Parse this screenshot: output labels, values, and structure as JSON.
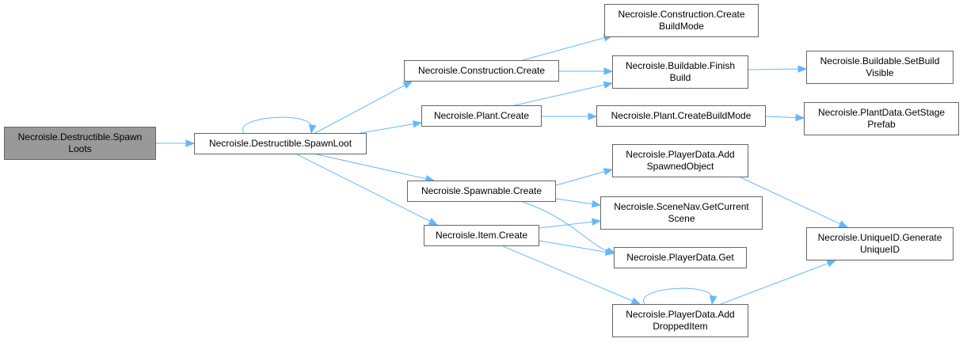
{
  "diagram": {
    "type": "call-graph",
    "edge_color": "#63b8ff",
    "node_border_color": "#666666",
    "root_fill_color": "#999999",
    "nodes": {
      "spawn_loots": "Necroisle.Destructible.Spawn\nLoots",
      "spawn_loot": "Necroisle.Destructible.SpawnLoot",
      "construction_create": "Necroisle.Construction.Create",
      "plant_create": "Necroisle.Plant.Create",
      "spawnable_create": "Necroisle.Spawnable.Create",
      "item_create": "Necroisle.Item.Create",
      "construction_create_buildmode": "Necroisle.Construction.Create\nBuildMode",
      "buildable_finish_build": "Necroisle.Buildable.Finish\nBuild",
      "plant_create_buildmode": "Necroisle.Plant.CreateBuildMode",
      "playerdata_add_spawned": "Necroisle.PlayerData.Add\nSpawnedObject",
      "scenenav_get_current": "Necroisle.SceneNav.GetCurrent\nScene",
      "playerdata_get": "Necroisle.PlayerData.Get",
      "playerdata_add_dropped": "Necroisle.PlayerData.Add\nDroppedItem",
      "buildable_set_visible": "Necroisle.Buildable.SetBuild\nVisible",
      "plantdata_get_stage": "Necroisle.PlantData.GetStage\nPrefab",
      "uniqueid_generate": "Necroisle.UniqueID.Generate\nUniqueID"
    },
    "edges": [
      [
        "spawn_loots",
        "spawn_loot"
      ],
      [
        "spawn_loot",
        "spawn_loot"
      ],
      [
        "spawn_loot",
        "construction_create"
      ],
      [
        "spawn_loot",
        "plant_create"
      ],
      [
        "spawn_loot",
        "spawnable_create"
      ],
      [
        "spawn_loot",
        "item_create"
      ],
      [
        "construction_create",
        "construction_create_buildmode"
      ],
      [
        "construction_create",
        "buildable_finish_build"
      ],
      [
        "plant_create",
        "buildable_finish_build"
      ],
      [
        "plant_create",
        "plant_create_buildmode"
      ],
      [
        "buildable_finish_build",
        "buildable_set_visible"
      ],
      [
        "plant_create_buildmode",
        "plantdata_get_stage"
      ],
      [
        "spawnable_create",
        "playerdata_add_spawned"
      ],
      [
        "spawnable_create",
        "scenenav_get_current"
      ],
      [
        "spawnable_create",
        "playerdata_get"
      ],
      [
        "item_create",
        "scenenav_get_current"
      ],
      [
        "item_create",
        "playerdata_get"
      ],
      [
        "item_create",
        "playerdata_add_dropped"
      ],
      [
        "playerdata_add_spawned",
        "uniqueid_generate"
      ],
      [
        "playerdata_add_dropped",
        "playerdata_add_dropped"
      ],
      [
        "playerdata_add_dropped",
        "uniqueid_generate"
      ]
    ]
  }
}
